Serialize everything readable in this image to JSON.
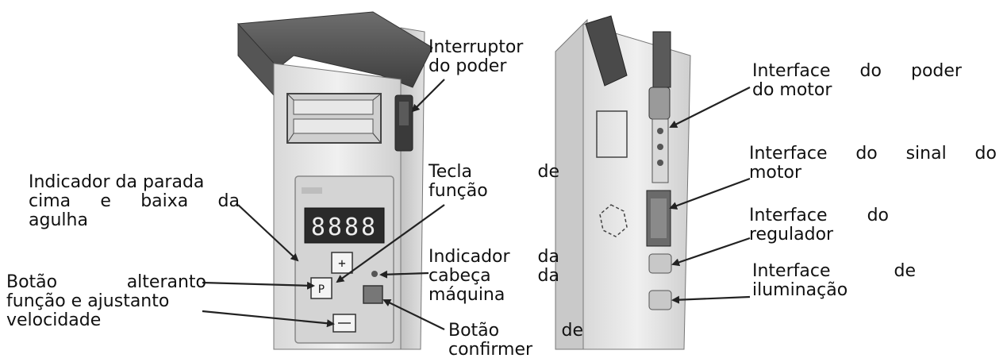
{
  "labels": {
    "interruptor": {
      "line1": "Interruptor",
      "line2": "do poder"
    },
    "indicador_parada": {
      "line1": "Indicador da parada",
      "line2": [
        "cima",
        "e",
        "baixa",
        "da"
      ],
      "line3": "agulha"
    },
    "tecla_funcao": {
      "line1": [
        "Tecla",
        "de"
      ],
      "line2": "função"
    },
    "botao_alterando": {
      "line1": [
        "Botão",
        "alteranto"
      ],
      "line2": "função e ajustanto",
      "line3": "velocidade"
    },
    "indicador_cabeca": {
      "line1": [
        "Indicador",
        "da"
      ],
      "line2": [
        "cabeça",
        "da"
      ],
      "line3": "máquina"
    },
    "botao_confirmer": {
      "line1": [
        "Botão",
        "de"
      ],
      "line2": "confirmer"
    },
    "interface_poder": {
      "line1": [
        "Interface",
        "do",
        "poder"
      ],
      "line2": "do motor"
    },
    "interface_sinal": {
      "line1": [
        "Interface",
        "do",
        "sinal",
        "do"
      ],
      "line2": "motor"
    },
    "interface_regulador": {
      "line1": [
        "Interface",
        "do"
      ],
      "line2": "regulador"
    },
    "interface_iluminacao": {
      "line1": [
        "Interface",
        "de"
      ],
      "line2": "iluminação"
    }
  },
  "display": {
    "digits": "8888"
  },
  "colors": {
    "text": "#111111",
    "device_body": "#e9e9e9",
    "panel": "#d9d9d9",
    "arrow": "#222222"
  },
  "icons": [
    "power-switch-icon",
    "up-down-key-icon",
    "p-key-icon",
    "confirm-key-icon",
    "machine-head-led-icon"
  ]
}
